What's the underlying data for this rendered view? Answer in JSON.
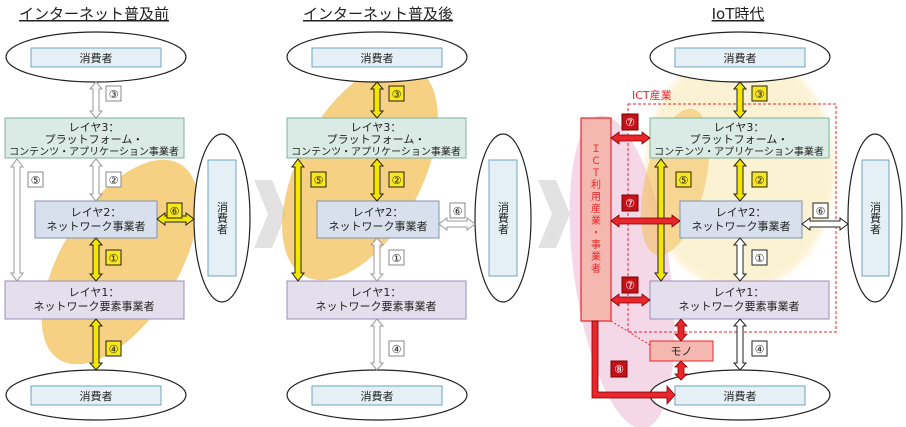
{
  "panels": [
    {
      "title": "インターネット普及前",
      "consumer_top": "消費者",
      "layer3": [
        "レイヤ3：",
        "プラットフォーム・",
        "コンテンツ・アプリケーション事業者"
      ],
      "layer2": [
        "レイヤ2：",
        "ネットワーク事業者"
      ],
      "layer1": [
        "レイヤ1：",
        "ネットワーク要素事業者"
      ],
      "consumer_bottom": "消費者",
      "consumer_side": "消費者",
      "badges": [
        "③",
        "②",
        "⑤",
        "⑥",
        "①",
        "④"
      ]
    },
    {
      "title": "インターネット普及後",
      "consumer_top": "消費者",
      "layer3": [
        "レイヤ3：",
        "プラットフォーム・",
        "コンテンツ・アプリケーション事業者"
      ],
      "layer2": [
        "レイヤ2：",
        "ネットワーク事業者"
      ],
      "layer1": [
        "レイヤ1：",
        "ネットワーク要素事業者"
      ],
      "consumer_bottom": "消費者",
      "consumer_side": "消費者",
      "badges": [
        "③",
        "⑤",
        "②",
        "⑥",
        "①",
        "④"
      ]
    },
    {
      "title": "IoT時代",
      "consumer_top": "消費者",
      "layer3": [
        "レイヤ3：",
        "プラットフォーム・",
        "コンテンツ・アプリケーション事業者"
      ],
      "layer2": [
        "レイヤ2：",
        "ネットワーク事業者"
      ],
      "layer1": [
        "レイヤ1：",
        "ネットワーク要素事業者"
      ],
      "consumer_bottom": "消費者",
      "consumer_side": "消費者",
      "badges": [
        "③",
        "⑤",
        "②",
        "⑥",
        "①",
        "④",
        "⑦",
        "⑦",
        "⑦",
        "⑧"
      ],
      "ict_industry_label": "ICT産業",
      "ict_user_box": [
        "Ｉ",
        "Ｃ",
        "Ｔ",
        "利",
        "用",
        "産",
        "業",
        "・",
        "事",
        "業",
        "者"
      ],
      "mono_label": "モノ"
    }
  ],
  "colors": {
    "layer3_fill": "#d9ebe4",
    "layer3_stroke": "#7fb3a0",
    "layer2_fill": "#d7e0ec",
    "layer2_stroke": "#7f93b3",
    "layer1_fill": "#e3dfec",
    "layer1_stroke": "#9a8fb8",
    "consumer_fill": "#e4f0f5",
    "consumer_stroke": "#6fa3bd",
    "yellow_arrow": "#f5e600",
    "orange_blob": "#f3c05a",
    "pink_blob": "#e9a8cc",
    "red": "#e8262b",
    "ict_fill": "#f5b8b0",
    "badge_yellow": "#f8e71c",
    "chevron": "#e2e2e2"
  }
}
